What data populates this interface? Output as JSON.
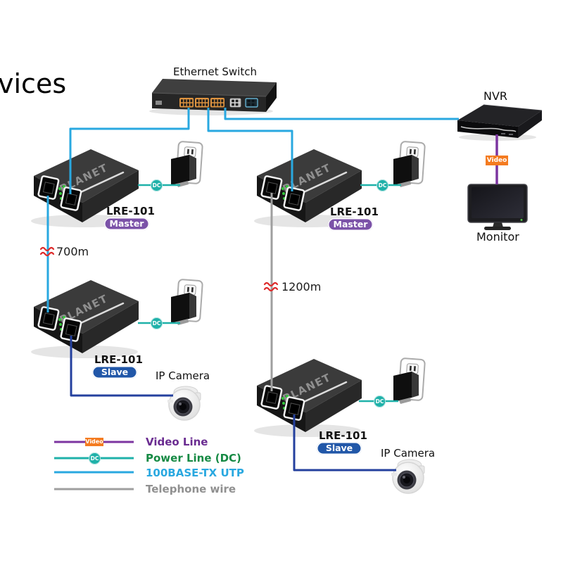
{
  "title_fragment": "vices",
  "topology": {
    "switch_label": "Ethernet Switch",
    "nvr_label": "NVR",
    "monitor_label": "Monitor",
    "camera_left_label": "IP Camera",
    "camera_right_label": "IP Camera",
    "left_master": {
      "model": "LRE-101",
      "role": "Master"
    },
    "right_master": {
      "model": "LRE-101",
      "role": "Master"
    },
    "left_slave": {
      "model": "LRE-101",
      "role": "Slave"
    },
    "right_slave": {
      "model": "LRE-101",
      "role": "Slave"
    },
    "left_distance": "700m",
    "right_distance": "1200m"
  },
  "badges": {
    "video": "Video",
    "dc": "DC"
  },
  "device_branding": {
    "planet_logo": "PLANET"
  },
  "legend": {
    "items": [
      {
        "label": "Video Line",
        "line_color": "#7C35A0",
        "badge": "Video"
      },
      {
        "label": "Power Line (DC)",
        "line_color": "#1FB1A9",
        "text_color": "#168A44",
        "badge": "DC"
      },
      {
        "label": "100BASE-TX UTP",
        "line_color": "#29A8E0"
      },
      {
        "label": "Telephone wire",
        "line_color": "#9F9F9F"
      }
    ]
  },
  "colors": {
    "utp_line": "#29A8E0",
    "video_line": "#7C35A0",
    "power_line": "#1FB1A9",
    "telephone_line": "#9F9F9F",
    "camera_line": "#24409E",
    "video_badge_bg": "#F47B20",
    "master_badge_bg": "#7B52A8",
    "slave_badge_bg": "#2157A8",
    "distance_break_mark": "#DD2B2B"
  }
}
